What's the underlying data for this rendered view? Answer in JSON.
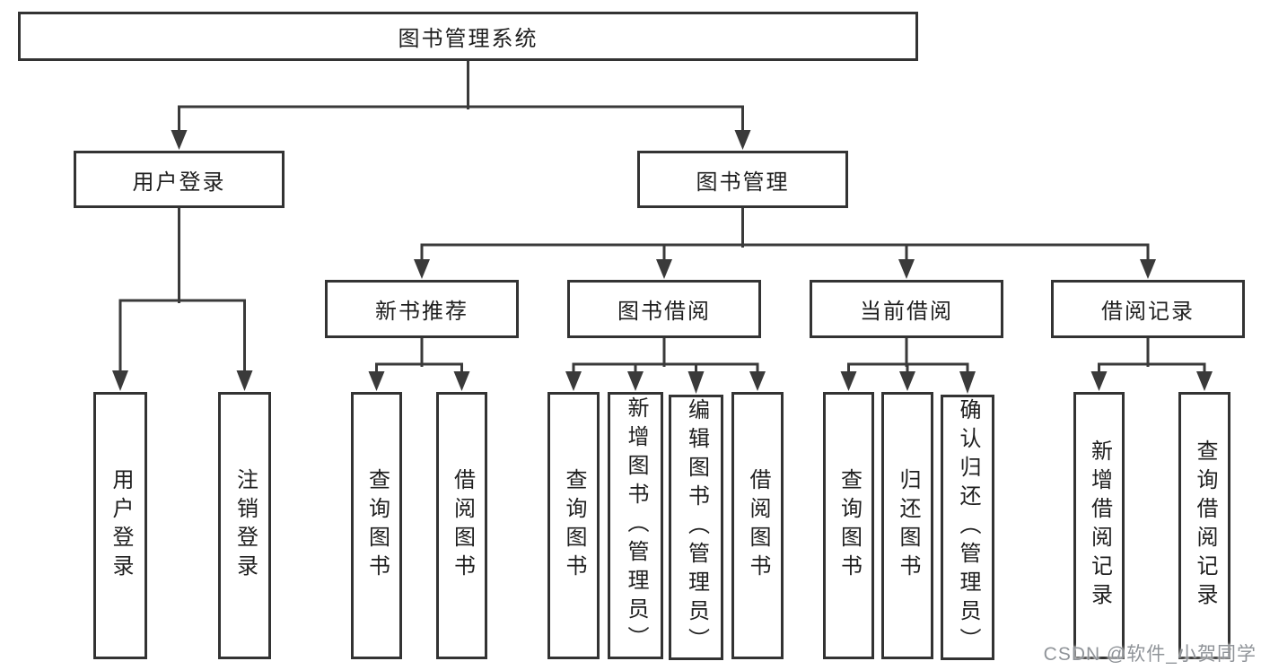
{
  "tree": {
    "root": "图书管理系统",
    "l2": [
      "用户登录",
      "图书管理"
    ],
    "l3": [
      "新书推荐",
      "图书借阅",
      "当前借阅",
      "借阅记录"
    ],
    "leaves": {
      "user": [
        "用户登录",
        "注销登录"
      ],
      "newbook": [
        "查询图书",
        "借阅图书"
      ],
      "borrow": [
        "查询图书",
        "新增图书（管理员）",
        "编辑图书（管理员）",
        "借阅图书"
      ],
      "current": [
        "查询图书",
        "归还图书",
        "确认归还（管理员）"
      ],
      "record": [
        "新增借阅记录",
        "查询借阅记录"
      ]
    }
  },
  "watermark": "CSDN @软件_小贺同学",
  "colors": {
    "border": "#333333",
    "line": "#3a3a3a",
    "text": "#1f1f1f",
    "watermark_gray": "#8a8e94",
    "background": "#ffffff"
  }
}
